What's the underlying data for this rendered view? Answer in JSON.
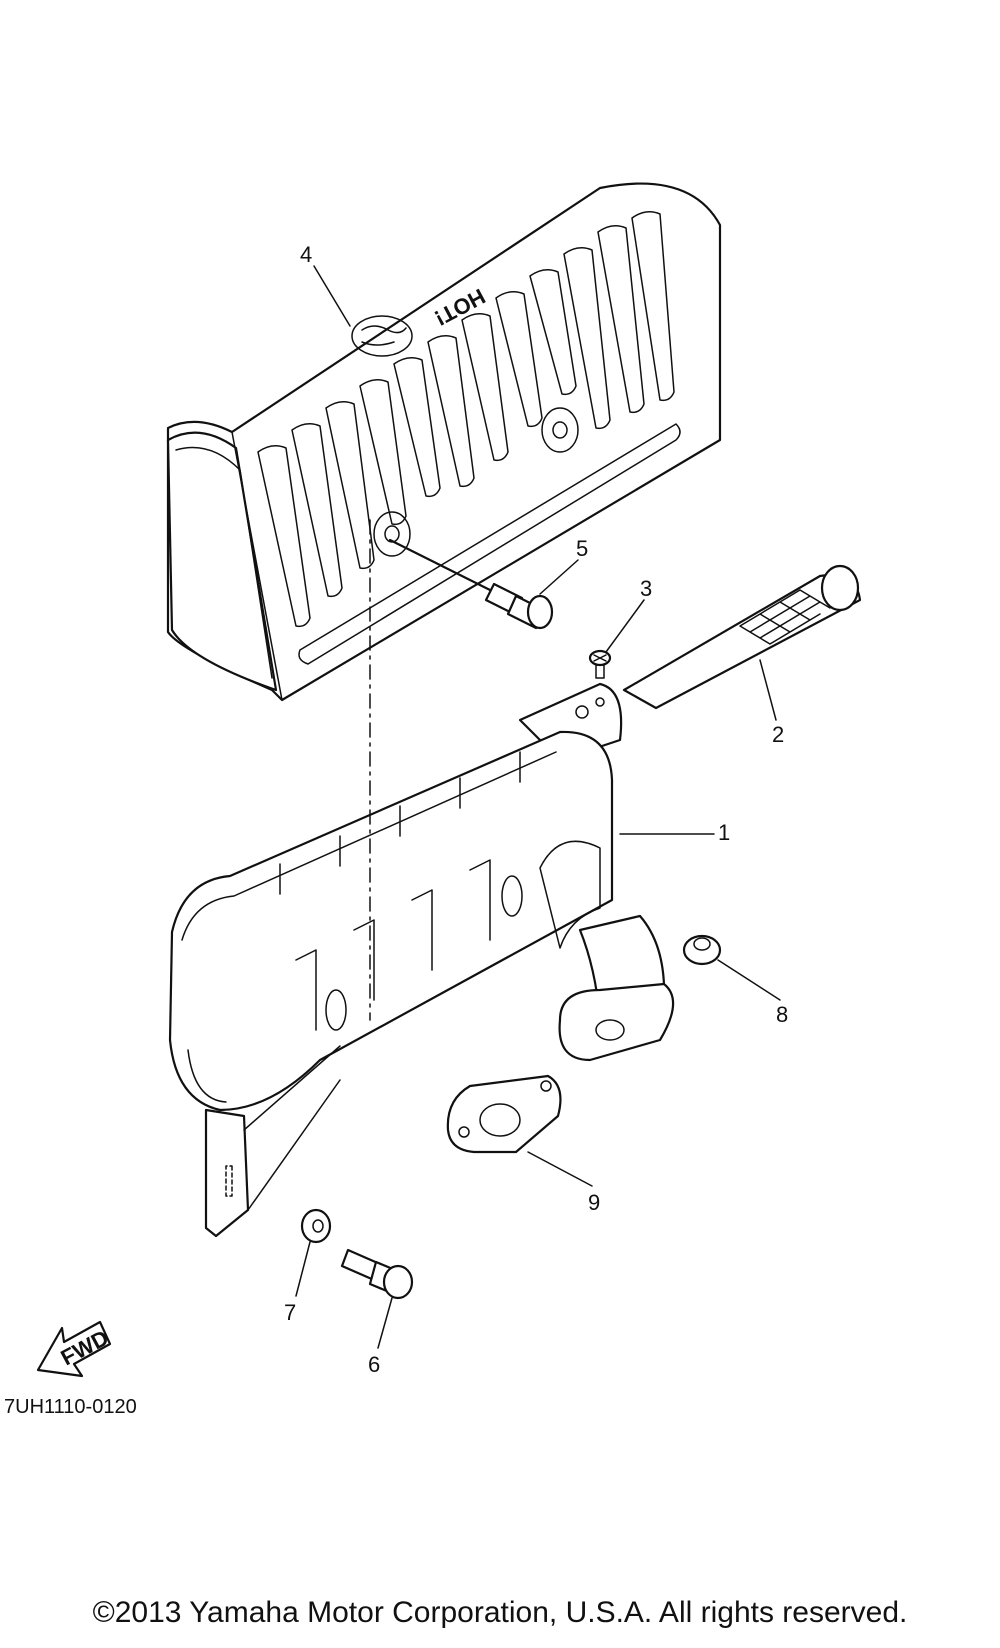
{
  "callouts": [
    "1",
    "2",
    "3",
    "4",
    "5",
    "6",
    "7",
    "8",
    "9"
  ],
  "cover_warning_text": "HOT!",
  "direction_arrow_text": "FWD",
  "diagram_code": "7UH1110-0120",
  "copyright": "©2013 Yamaha Motor Corporation, U.S.A. All rights reserved."
}
